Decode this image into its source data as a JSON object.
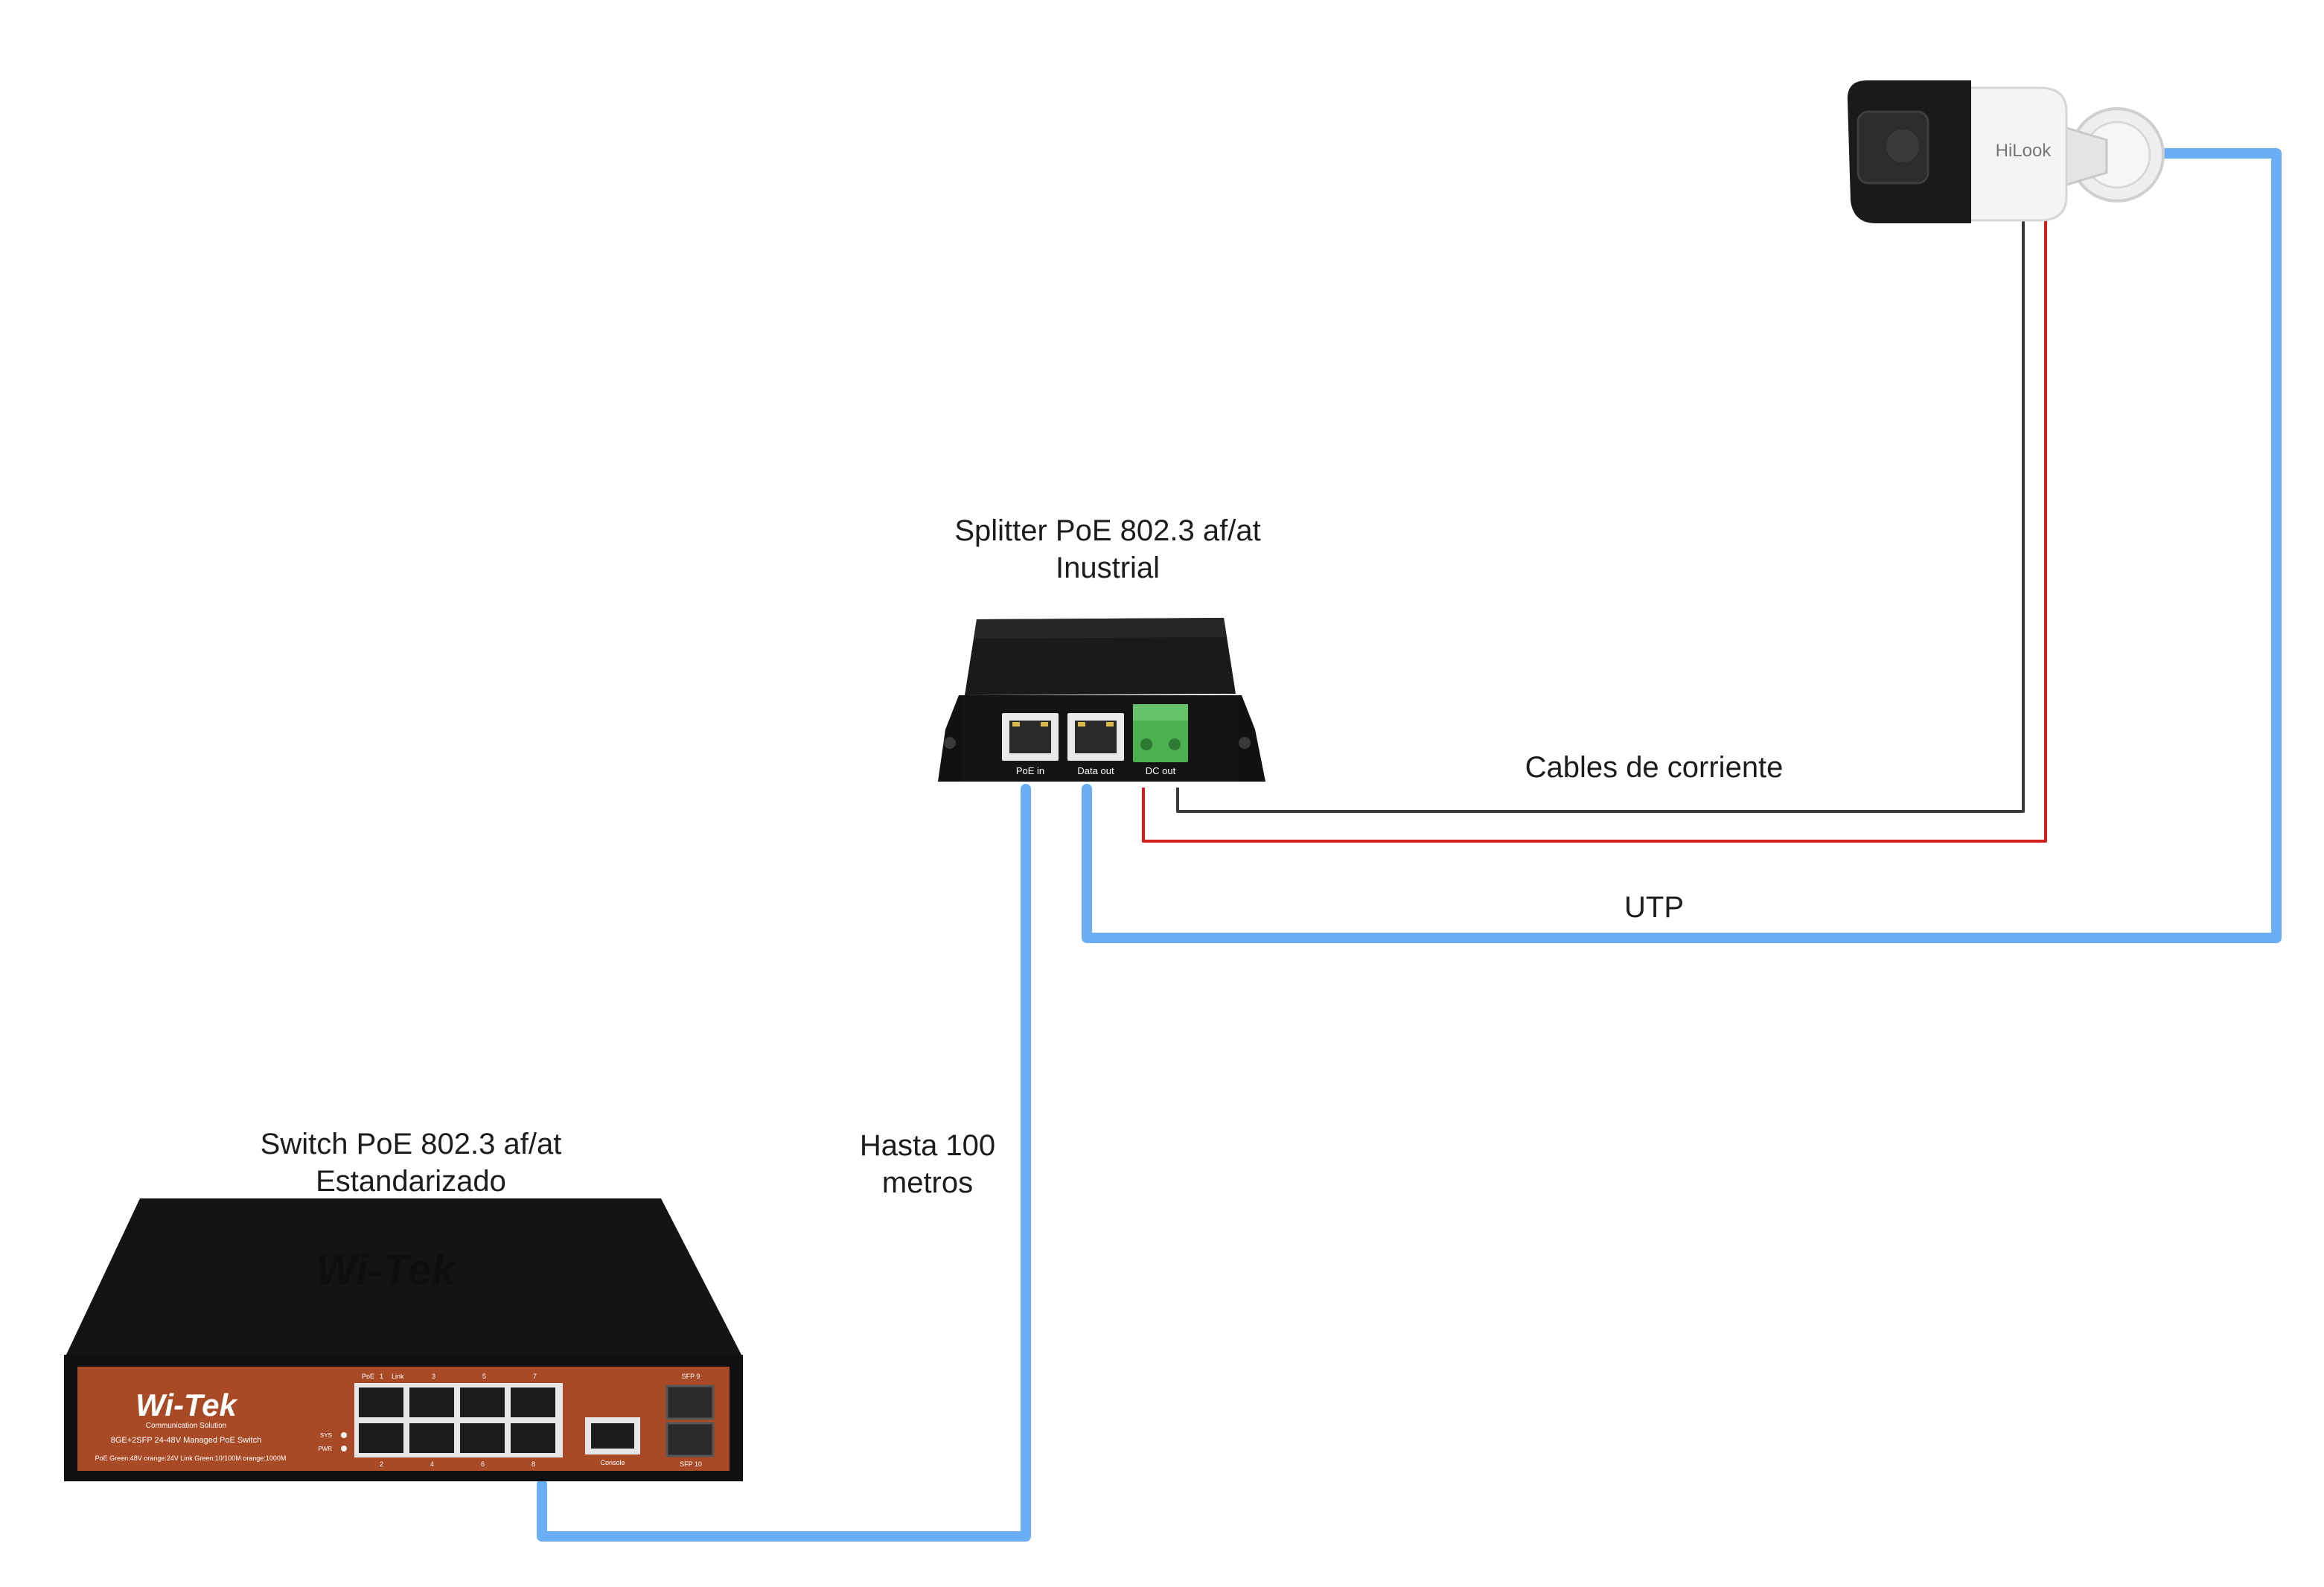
{
  "labels": {
    "splitter_line1": "Splitter PoE 802.3 af/at",
    "splitter_line2": "Inustrial",
    "switch_line1": "Switch PoE 802.3 af/at",
    "switch_line2": "Estandarizado",
    "distance_line1": "Hasta 100",
    "distance_line2": "metros",
    "power_cables": "Cables de corriente",
    "utp": "UTP"
  },
  "splitter": {
    "port1": "PoE in",
    "port2": "Data out",
    "port3": "DC out"
  },
  "switch": {
    "brand": "Wi-Tek",
    "tagline": "Communication Solution",
    "model": "8GE+2SFP 24-48V Managed PoE Switch",
    "legend": "PoE Green:48V orange:24V  Link Green:10/100M orange:1000M",
    "console": "Console",
    "sfp_top": "SFP 9",
    "sfp_bottom": "SFP 10",
    "port_top_labels": [
      "PoE",
      "1",
      "Link",
      "3",
      "5",
      "7"
    ],
    "port_bottom_labels": [
      "2",
      "4",
      "6",
      "8"
    ],
    "led_labels": [
      "SYS",
      "PWR"
    ]
  },
  "camera": {
    "brand": "HiLook"
  },
  "colors": {
    "utp_cable": "#6aaef6",
    "power_dark": "#3a3a3a",
    "power_red": "#d22020",
    "device_body": "#161616",
    "switch_front": "#a84a26",
    "terminal_green": "#4caf50"
  }
}
